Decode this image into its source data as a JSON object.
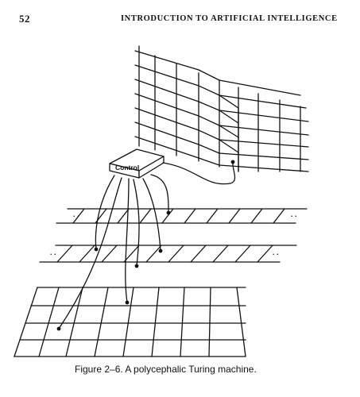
{
  "header": {
    "page_number": "52",
    "running_title": "INTRODUCTION TO ARTIFICIAL INTELLIGENCE"
  },
  "figure": {
    "control_label": "Control",
    "tape_ellipsis": ". .",
    "caption": "Figure 2–6. A polycephalic Turing machine."
  }
}
